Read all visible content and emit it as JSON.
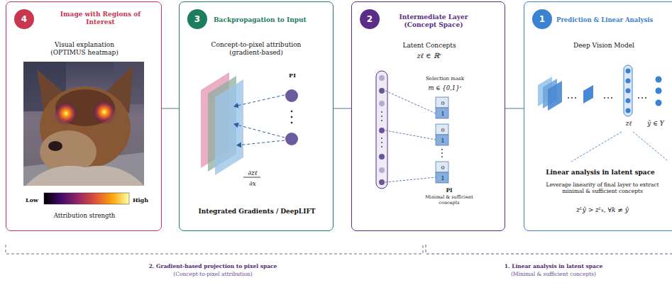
{
  "diagram": {
    "nodes": [
      {
        "text": [
          "Image with Regions of Interest",
          "Visual explanation (OPTIMUS heatmap)",
          "Low",
          "High",
          "Attribution strength"
        ]
      },
      {
        "text": [
          "4"
        ],
        "in": 0
      },
      {
        "text": [
          "Backpropagation to Input",
          "Concept-to-pixel attribution (gradient-based)",
          "PI",
          "∂zℓ",
          "∂x",
          "Integrated Gradients / DeepLIFT"
        ]
      },
      {
        "text": [
          "3"
        ],
        "in": 2
      },
      {
        "text": [
          "Intermediate Layer (Concept Space)",
          "Latent Concepts",
          "zℓ ∈ ℝʳ",
          "Selection mask",
          "m ∈ {0,1}ʳ",
          "0",
          "1",
          "0",
          "1",
          "0",
          "1",
          "PI",
          "Minimal & sufficient concepts"
        ]
      },
      {
        "text": [
          "2"
        ],
        "in": 4
      },
      {
        "text": [
          "Prediction & Linear Analysis",
          "Deep Vision Model",
          "zℓ",
          "ŷ ∈ Y",
          "Linear analysis in latent space",
          "Leverage linearity of final layer to extract minimal & sufficient concepts",
          "zᴸŷ > zᴸₖ, ∀k ≠ ŷ"
        ]
      },
      {
        "text": [
          "1"
        ],
        "in": 6
      }
    ],
    "edges": [
      {
        "from": 0,
        "to": 2,
        "arrow": "none"
      },
      {
        "from": 2,
        "to": 4,
        "arrow": "none"
      },
      {
        "from": 4,
        "to": 6,
        "arrow": "none"
      }
    ],
    "labels": [
      "2. Gradient-based projection to pixel space",
      "(Concept-to-pixel attribution)",
      "1. Linear analysis in latent space",
      "(Minimal & sufficient concepts)"
    ]
  }
}
